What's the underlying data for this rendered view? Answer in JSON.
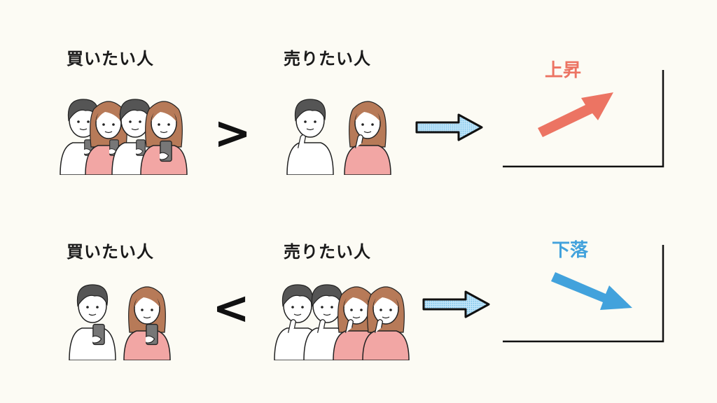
{
  "top": {
    "buyers_label": "買いたい人",
    "sellers_label": "売りたい人",
    "comparison": ">",
    "result_label": "上昇"
  },
  "bottom": {
    "buyers_label": "買いたい人",
    "sellers_label": "売りたい人",
    "comparison": "<",
    "result_label": "下落"
  },
  "colors": {
    "rise": "#ec7463",
    "fall": "#42a2dc",
    "arrow_fill": "#9fd5f3",
    "male_shirt": "#ffffff",
    "female_shirt": "#f2a6a4",
    "male_hair": "#555555",
    "female_hair": "#b77a58"
  }
}
